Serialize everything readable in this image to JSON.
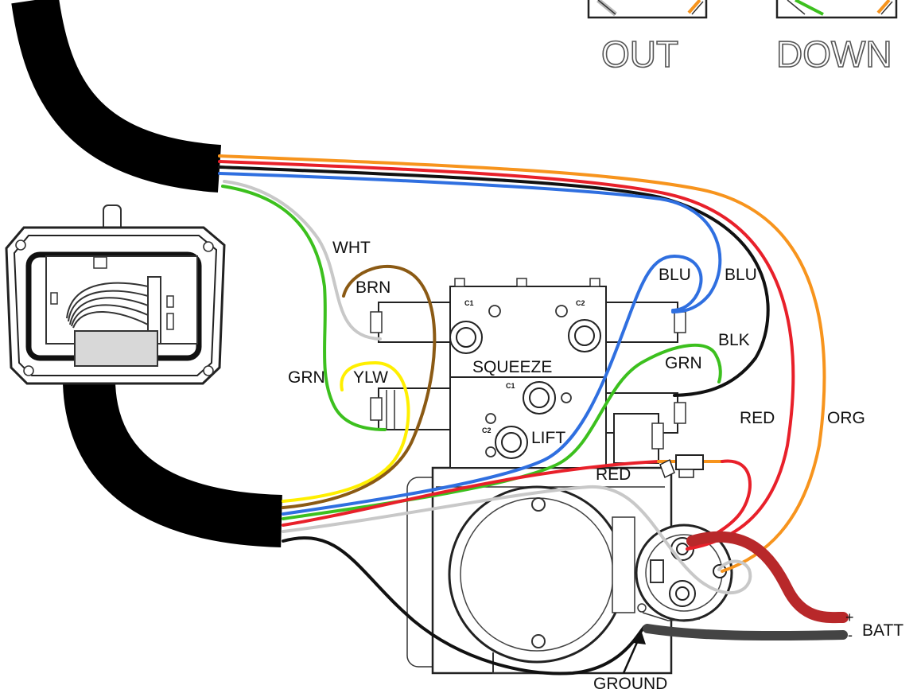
{
  "indicators": {
    "out": "OUT",
    "down": "DOWN"
  },
  "labels": {
    "wht": "WHT",
    "brn": "BRN",
    "grn_left": "GRN",
    "ylw": "YLW",
    "blu_1": "BLU",
    "blu_2": "BLU",
    "blk": "BLK",
    "grn_right": "GRN",
    "red_right": "RED",
    "org": "ORG",
    "red_mid": "RED",
    "batt": "BATT",
    "plus": "+",
    "minus": "-",
    "ground": "GROUND"
  },
  "valve": {
    "squeeze": "SQUEEZE",
    "lift": "LIFT",
    "c1_top": "C1",
    "c2_top": "C2",
    "c1_mid": "C1",
    "c2_mid": "C2"
  },
  "wire_colors": {
    "orange": "#f7941d",
    "red": "#e8202a",
    "black": "#111111",
    "blue": "#2f6fe0",
    "gray": "#c8c8c8",
    "green": "#3cc01e",
    "yellow": "#ffef00",
    "brown": "#8b5a14",
    "battery_pos": "#b8282a",
    "battery_neg": "#444444"
  }
}
